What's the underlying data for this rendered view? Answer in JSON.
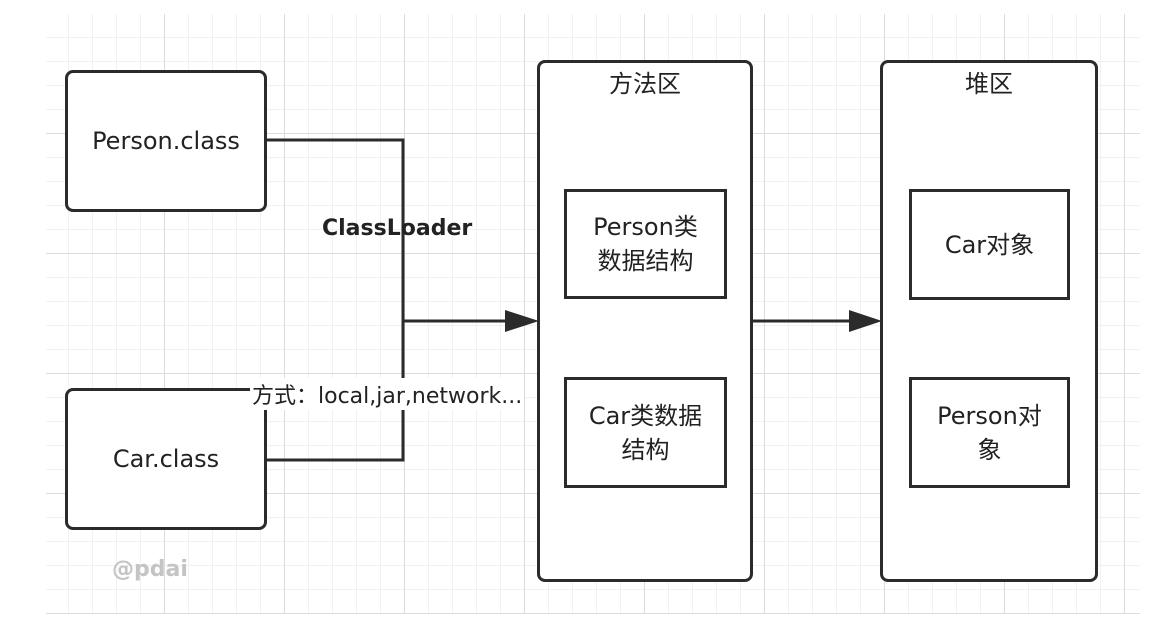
{
  "sources": {
    "person": "Person.class",
    "car": "Car.class"
  },
  "loader": {
    "label": "ClassLoader",
    "methods": "方式：local,jar,network..."
  },
  "method_area": {
    "title": "方法区",
    "items": [
      "Person类\n数据结构",
      "Car类数据\n结构"
    ]
  },
  "heap": {
    "title": "堆区",
    "items": [
      "Car对象",
      "Person对\n象"
    ]
  },
  "watermark": "@pdai"
}
